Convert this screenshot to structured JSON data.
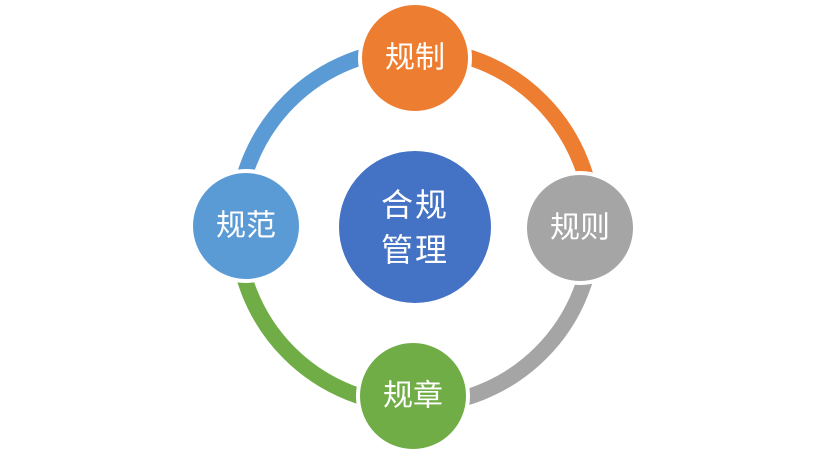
{
  "center": {
    "line1": "合规",
    "line2": "管理",
    "color": "#4472C4"
  },
  "nodes": {
    "top": {
      "label": "规制",
      "color": "#ED7D31"
    },
    "right": {
      "label": "规则",
      "color": "#A5A5A5"
    },
    "bottom": {
      "label": "规章",
      "color": "#70AD47"
    },
    "left": {
      "label": "规范",
      "color": "#5B9BD5"
    }
  },
  "arcs": {
    "top_right": {
      "color": "#ED7D31"
    },
    "right_bottom": {
      "color": "#A5A5A5"
    },
    "bottom_left": {
      "color": "#70AD47"
    },
    "left_top": {
      "color": "#5B9BD5"
    }
  }
}
